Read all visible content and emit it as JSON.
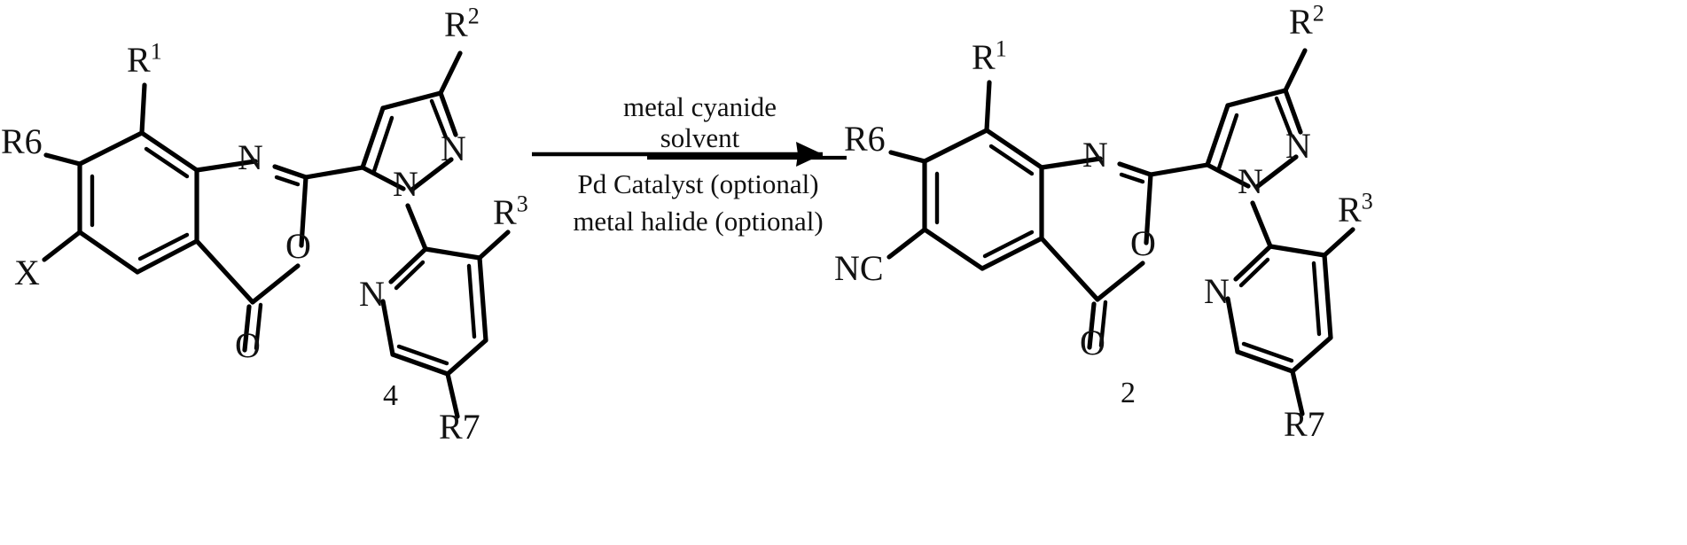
{
  "scheme": {
    "type": "chemical-reaction-scheme",
    "reactant": {
      "compound_number": "4",
      "core": "4H-3,1-benzoxazin-4-one",
      "labels": {
        "r1": "R",
        "r1_sup": "1",
        "r6": "R6",
        "x": "X",
        "r2": "R",
        "r2_sup": "2",
        "r3": "R",
        "r3_sup": "3",
        "r7": "R7",
        "n_ring": "N",
        "n_pyrazole_2": "N",
        "n_pyrazole_1": "N",
        "n_pyridine": "N",
        "o_ring": "O",
        "o_carbonyl": "O"
      }
    },
    "product": {
      "compound_number": "2",
      "core": "4H-3,1-benzoxazin-4-one",
      "labels": {
        "r1": "R",
        "r1_sup": "1",
        "r6": "R6",
        "nc": "NC",
        "r2": "R",
        "r2_sup": "2",
        "r3": "R",
        "r3_sup": "3",
        "r7": "R7",
        "n_ring": "N",
        "n_pyrazole_2": "N",
        "n_pyrazole_1": "N",
        "n_pyridine": "N",
        "o_ring": "O",
        "o_carbonyl": "O"
      }
    },
    "conditions": {
      "above": [
        "metal cyanide",
        "solvent"
      ],
      "below": [
        "Pd Catalyst (optional)",
        "metal halide (optional)"
      ]
    }
  },
  "colors": {
    "ink": "#000000",
    "background": "#ffffff"
  }
}
